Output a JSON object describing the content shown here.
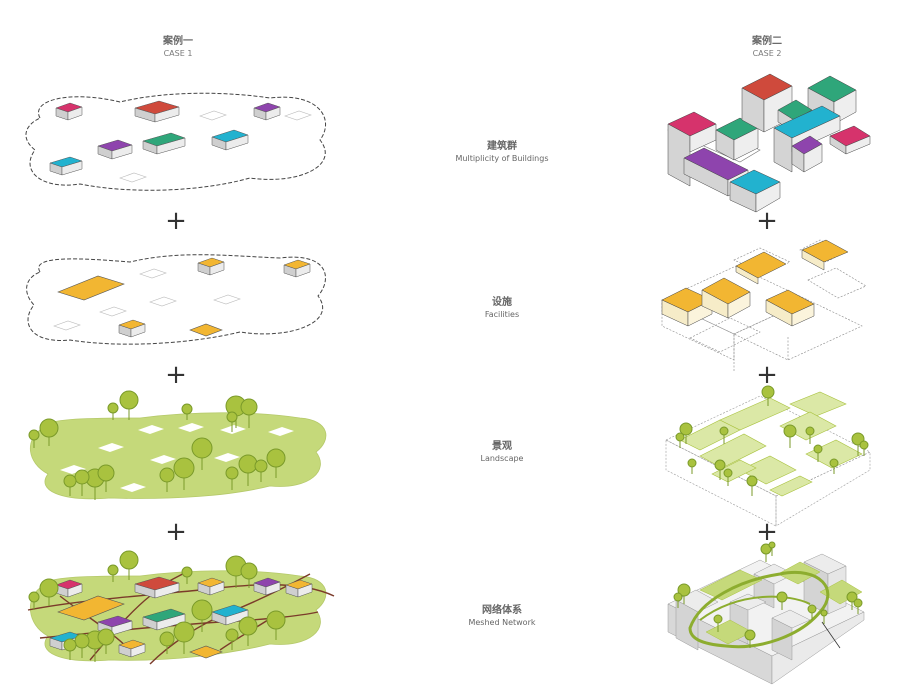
{
  "columns": {
    "case1": {
      "zh": "案例一",
      "en": "CASE 1"
    },
    "case2": {
      "zh": "案例二",
      "en": "CASE 2"
    }
  },
  "layers": [
    {
      "zh": "建筑群",
      "en": "Multiplicity of Buildings"
    },
    {
      "zh": "设施",
      "en": "Facilities"
    },
    {
      "zh": "景观",
      "en": "Landscape"
    },
    {
      "zh": "网络体系",
      "en": "Meshed Network"
    }
  ],
  "plus_symbol": "+",
  "colors": {
    "magenta": "#d6336c",
    "red": "#cf4a3c",
    "green": "#2fa67a",
    "purple": "#8e44ad",
    "cyan": "#22b2cf",
    "yellow": "#f2b632",
    "lime": "#c5d97a",
    "tree": "#a9c23f",
    "road": "#7b3b2a"
  }
}
